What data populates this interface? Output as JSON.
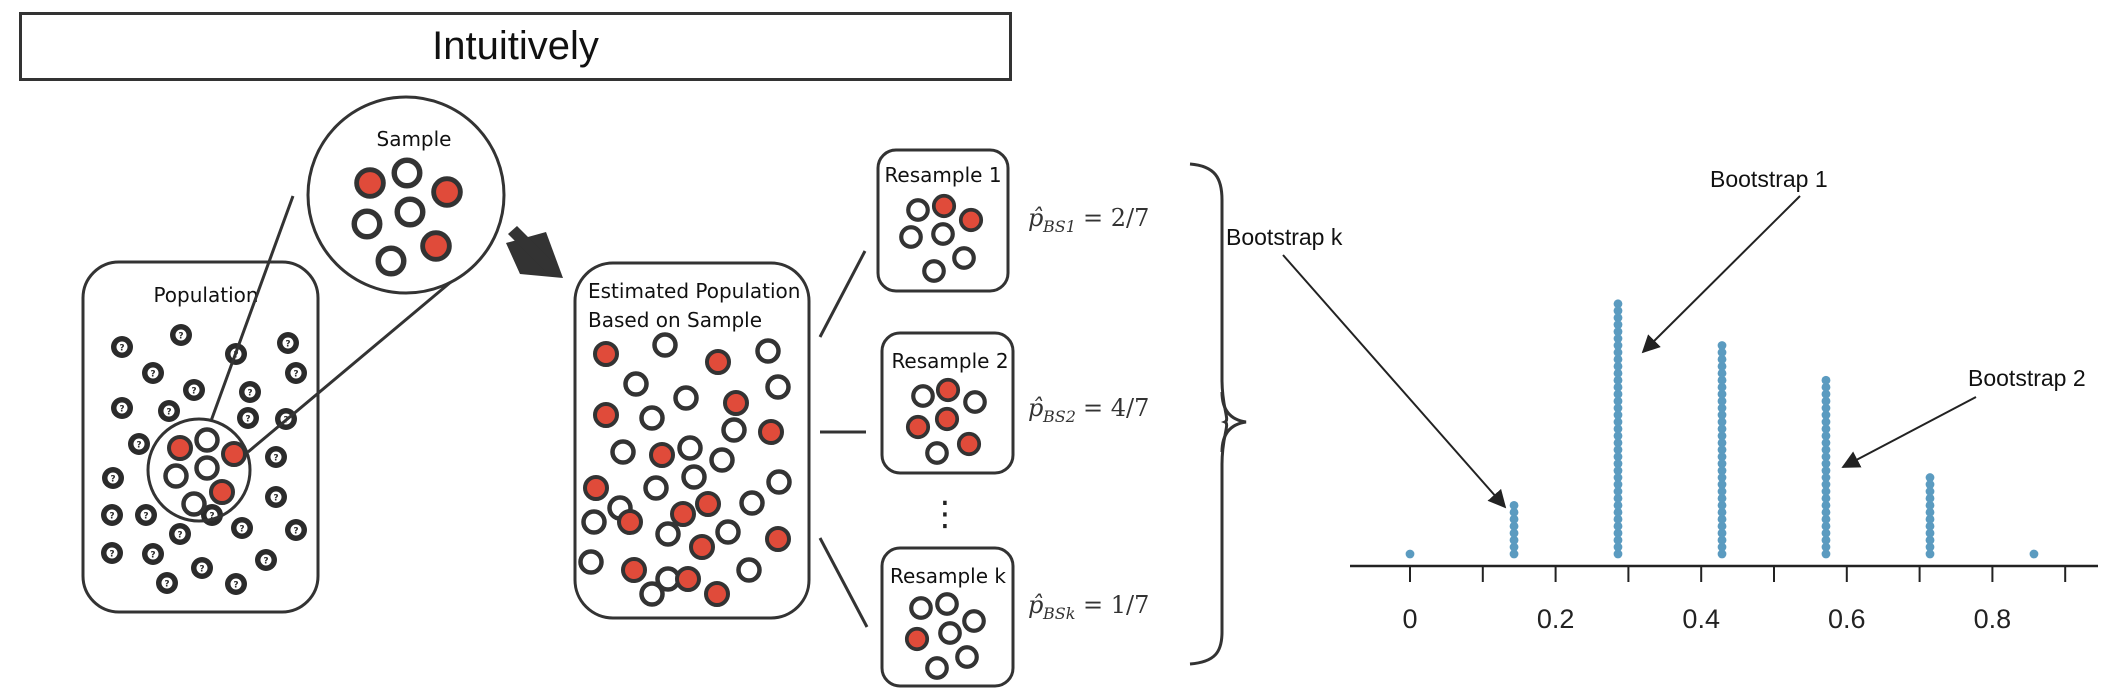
{
  "title": "Intuitively",
  "labels": {
    "population": "Population",
    "sample": "Sample",
    "estimated_line1": "Estimated Population",
    "estimated_line2": "Based on Sample",
    "resample1": "Resample 1",
    "resample2": "Resample 2",
    "resamplek": "Resample k",
    "ellipsis": "⋮"
  },
  "estimates": [
    {
      "hat": "p̂",
      "sub": "BS1",
      "value": "= 2/7"
    },
    {
      "hat": "p̂",
      "sub": "BS2",
      "value": "= 4/7"
    },
    {
      "hat": "p̂",
      "sub": "BSk",
      "value": "= 1/7"
    }
  ],
  "annotations": {
    "bootstrap1": "Bootstrap 1",
    "bootstrap2": "Bootstrap 2",
    "bootstrapk": "Bootstrap k"
  },
  "colors": {
    "dot": "#5b9bc0",
    "red": "#e04b3a",
    "outline": "#333333"
  },
  "chart_data": {
    "type": "scatter",
    "subtype": "dot plot",
    "x": [
      "0",
      "1/7",
      "2/7",
      "3/7",
      "4/7",
      "5/7",
      "6/7"
    ],
    "x_values": [
      0,
      0.1429,
      0.2857,
      0.4286,
      0.5714,
      0.7143,
      0.8571
    ],
    "counts": [
      1,
      8,
      37,
      31,
      26,
      12,
      1
    ],
    "xticks": [
      "0",
      "0.2",
      "0.4",
      "0.6",
      "0.8"
    ],
    "xtick_values": [
      0,
      0.2,
      0.4,
      0.6,
      0.8
    ],
    "minor_tick_values": [
      0,
      0.1,
      0.2,
      0.3,
      0.4,
      0.5,
      0.6,
      0.7,
      0.8,
      0.9
    ],
    "xlim": [
      -0.08,
      0.94
    ],
    "title": "",
    "xlabel": "",
    "ylabel": ""
  }
}
